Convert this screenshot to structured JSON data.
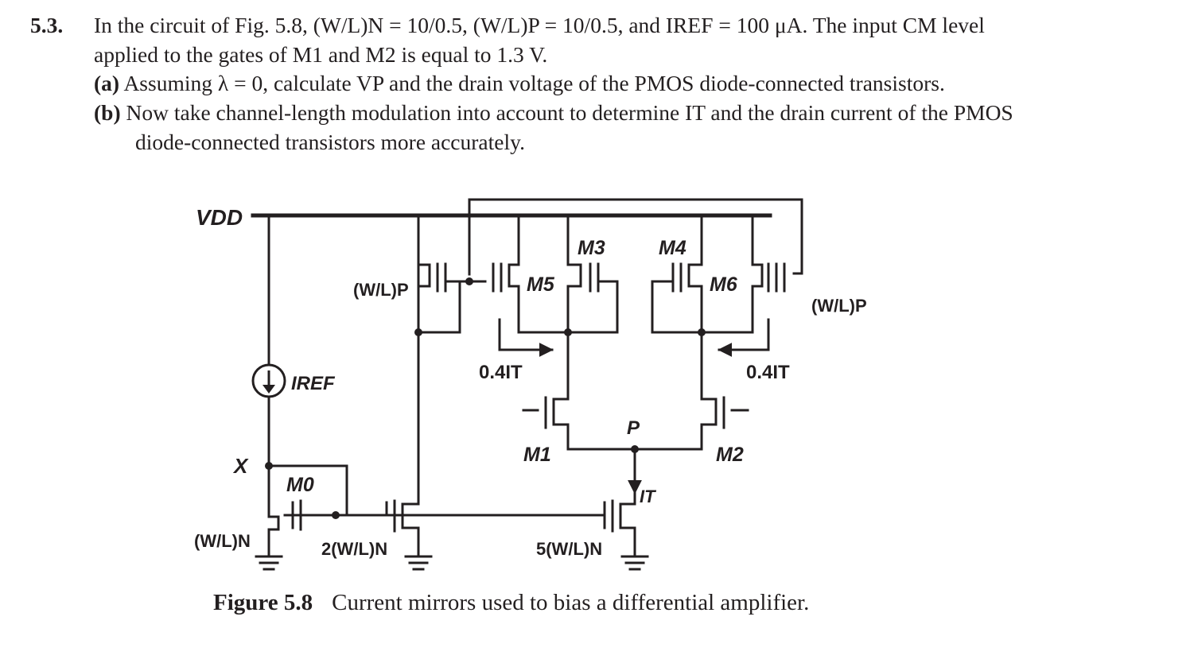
{
  "problem": {
    "number": "5.3.",
    "line1": "In the circuit of Fig. 5.8, (W/L)N = 10/0.5, (W/L)P = 10/0.5, and IREF = 100 μA. The input CM level",
    "line2": "applied to the gates of M1 and M2 is equal to 1.3 V.",
    "part_a_label": "(a)",
    "part_a": "Assuming λ = 0, calculate VP and the drain voltage of the PMOS diode-connected transistors.",
    "part_b_label": "(b)",
    "part_b_line1": "Now take channel-length modulation into account to determine IT and the drain current of the PMOS",
    "part_b_line2": "diode-connected transistors more accurately."
  },
  "figure": {
    "labels": {
      "vdd": "VDD",
      "iref": "IREF",
      "x_node": "X",
      "p_node": "P",
      "m0": "M0",
      "m1": "M1",
      "m2": "M2",
      "m3": "M3",
      "m4": "M4",
      "m5": "M5",
      "m6": "M6",
      "it": "IT",
      "left_current": "0.4IT",
      "right_current": "0.4IT",
      "wl_n": "(W/L)N",
      "wl_2n": "2(W/L)N",
      "wl_5n": "5(W/L)N",
      "wl_p_left": "(W/L)P",
      "wl_p_right": "(W/L)P"
    }
  },
  "caption": {
    "number": "Figure 5.8",
    "text": "Current mirrors used to bias a differential amplifier."
  }
}
